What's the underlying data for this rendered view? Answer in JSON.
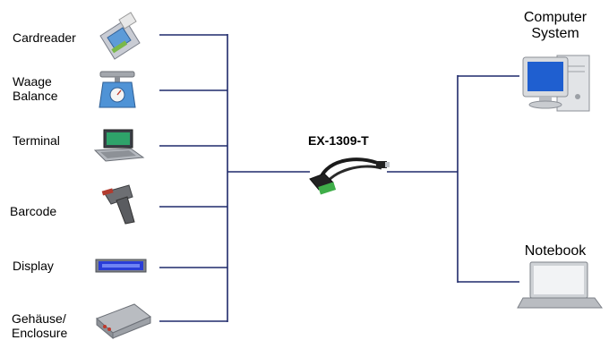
{
  "devices": [
    {
      "label": "Cardreader",
      "icon": "card-reader-icon"
    },
    {
      "label": "Waage\nBalance",
      "icon": "scale-icon"
    },
    {
      "label": "Terminal",
      "icon": "terminal-icon"
    },
    {
      "label": "Barcode",
      "icon": "barcode-scanner-icon"
    },
    {
      "label": "Display",
      "icon": "led-display-icon"
    },
    {
      "label": "Gehäuse/\nEnclosure",
      "icon": "enclosure-box-icon"
    }
  ],
  "adapter": {
    "label": "EX-1309-T",
    "icon": "usb-serial-cable-icon"
  },
  "targets": [
    {
      "label": "Computer\nSystem",
      "icon": "desktop-computer-icon"
    },
    {
      "label": "Notebook",
      "icon": "notebook-icon"
    }
  ],
  "colors": {
    "line": "#1f2a6b",
    "screen": "#1f5fd0",
    "led": "#2a3dd8"
  }
}
